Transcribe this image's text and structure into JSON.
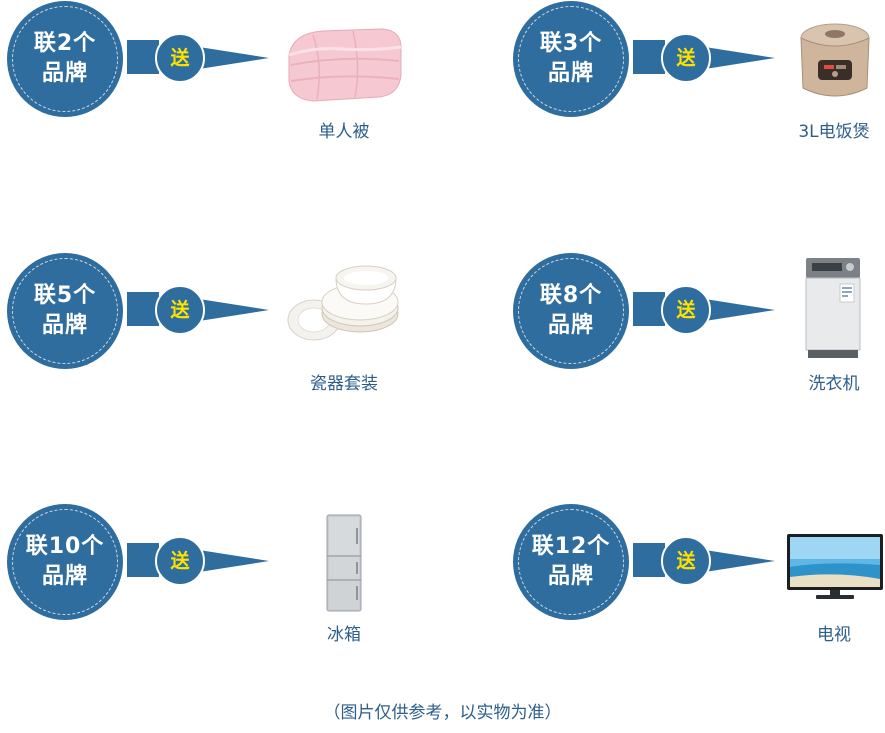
{
  "promos": [
    {
      "badge_line1": "联2个",
      "badge_line2": "品牌",
      "send": "送",
      "gift": "单人被",
      "gift_icon": "quilt-icon"
    },
    {
      "badge_line1": "联3个",
      "badge_line2": "品牌",
      "send": "送",
      "gift": "3L电饭煲",
      "gift_icon": "rice-cooker-icon"
    },
    {
      "badge_line1": "联5个",
      "badge_line2": "品牌",
      "send": "送",
      "gift": "瓷器套装",
      "gift_icon": "dish-set-icon"
    },
    {
      "badge_line1": "联8个",
      "badge_line2": "品牌",
      "send": "送",
      "gift": "洗衣机",
      "gift_icon": "washing-machine-icon"
    },
    {
      "badge_line1": "联10个",
      "badge_line2": "品牌",
      "send": "送",
      "gift": "冰箱",
      "gift_icon": "fridge-icon"
    },
    {
      "badge_line1": "联12个",
      "badge_line2": "品牌",
      "send": "送",
      "gift": "电视",
      "gift_icon": "tv-icon"
    }
  ],
  "footer_note": "（图片仅供参考，以实物为准）",
  "colors": {
    "badge": "#2e6d9e",
    "send_text": "#ffe200",
    "label_text": "#2c5f8c"
  }
}
